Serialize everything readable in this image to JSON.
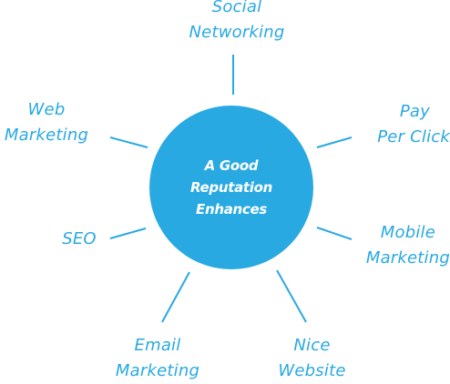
{
  "hub": {
    "lines": [
      "A Good",
      "Reputation",
      "Enhances"
    ]
  },
  "nodes": {
    "social": {
      "lines": [
        "Social",
        "Networking"
      ]
    },
    "pay": {
      "lines": [
        "Pay",
        "Per Click"
      ]
    },
    "mobile": {
      "lines": [
        "Mobile",
        "Marketing"
      ]
    },
    "nice": {
      "lines": [
        "Nice",
        "Website"
      ]
    },
    "email": {
      "lines": [
        "Email",
        "Marketing"
      ]
    },
    "seo": {
      "lines": [
        "SEO"
      ]
    },
    "web": {
      "lines": [
        "Web",
        "Marketing"
      ]
    }
  },
  "colors": {
    "accent": "#29a9e1",
    "hub_text": "#ffffff",
    "background": "#ffffff"
  }
}
